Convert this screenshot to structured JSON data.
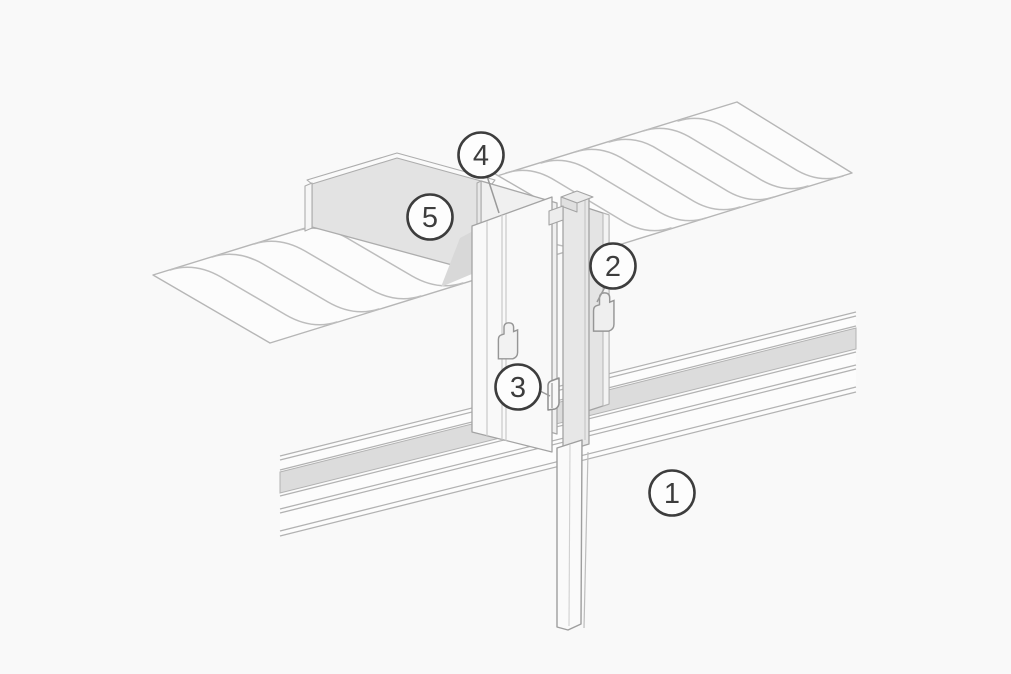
{
  "callouts": [
    {
      "label": "1"
    },
    {
      "label": "2"
    },
    {
      "label": "3"
    },
    {
      "label": "4"
    },
    {
      "label": "5"
    }
  ],
  "palette": {
    "background": "#f9f9f9",
    "line": "#adadad",
    "line_light": "#bdbdbd",
    "fill_white": "#fcfcfc",
    "fill_gray": "#e3e3e3",
    "band_gray": "#dcdcdc",
    "callout_stroke": "#3d3d3d",
    "callout_fill": "#fdfdfd",
    "callout_text": "#3d3d3d"
  }
}
